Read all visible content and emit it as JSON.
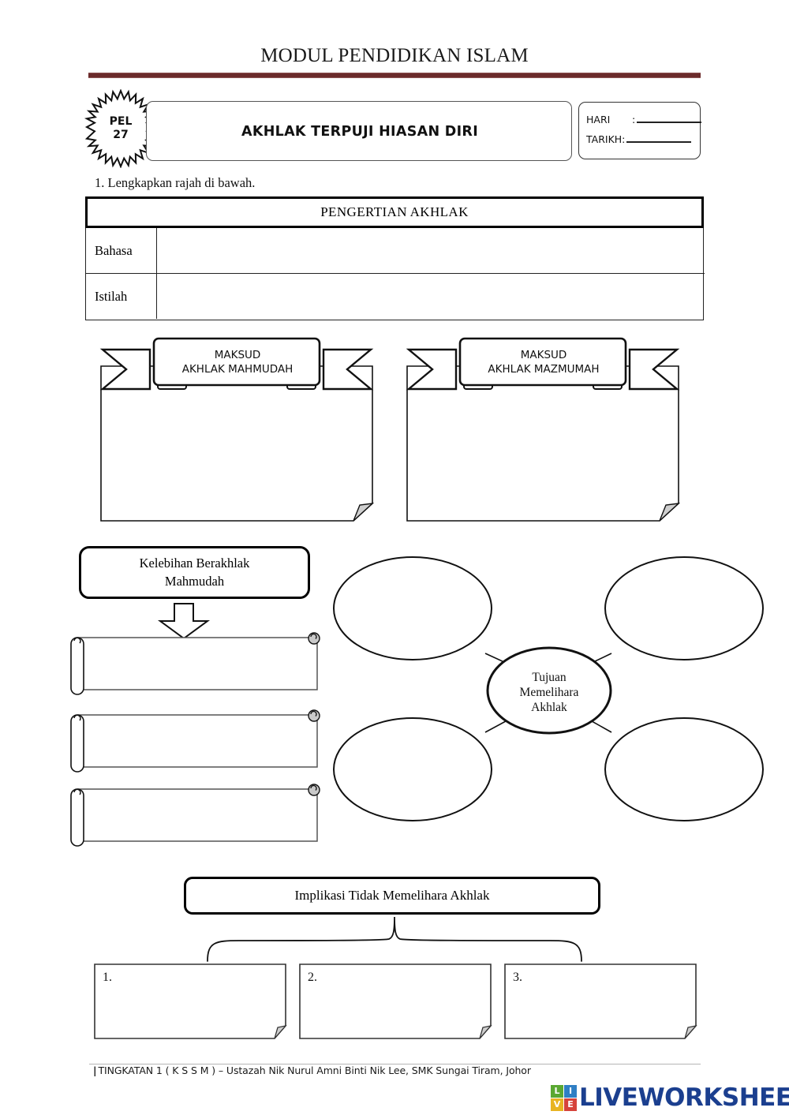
{
  "header": {
    "doc_title": "MODUL PENDIDIKAN ISLAM",
    "rule_color": "#6b2b2b",
    "badge": {
      "line1": "PEL",
      "line2": "27",
      "icon": "starburst-badge"
    },
    "lesson_title": "AKHLAK TERPUJI HIASAN DIRI",
    "date_box": {
      "hari_label": "HARI",
      "hari_colon": ":",
      "tarikh_label": "TARIKH:"
    }
  },
  "instruction": "1. Lengkapkan rajah di bawah.",
  "pengertian_table": {
    "title": "PENGERTIAN AKHLAK",
    "rows": [
      {
        "key": "Bahasa",
        "value": ""
      },
      {
        "key": "Istilah",
        "value": ""
      }
    ]
  },
  "ribbons": [
    {
      "line1": "MAKSUD",
      "line2": "AKHLAK MAHMUDAH",
      "answer": ""
    },
    {
      "line1": "MAKSUD",
      "line2": "AKHLAK MAZMUMAH",
      "answer": ""
    }
  ],
  "kelebihan": {
    "title_line1": "Kelebihan Berakhlak",
    "title_line2": "Mahmudah",
    "arrow_icon": "down-arrow-icon",
    "scrolls": [
      {
        "value": ""
      },
      {
        "value": ""
      },
      {
        "value": ""
      }
    ]
  },
  "tujuan_map": {
    "center_line1": "Tujuan",
    "center_line2": "Memelihara",
    "center_line3": "Akhlak",
    "branches": [
      {
        "position": "top-left",
        "value": ""
      },
      {
        "position": "top-right",
        "value": ""
      },
      {
        "position": "bottom-left",
        "value": ""
      },
      {
        "position": "bottom-right",
        "value": ""
      }
    ]
  },
  "implikasi": {
    "title": "Implikasi Tidak Memelihara Akhlak",
    "brace_icon": "curly-brace-connector",
    "notes": [
      {
        "num": "1.",
        "value": ""
      },
      {
        "num": "2.",
        "value": ""
      },
      {
        "num": "3.",
        "value": ""
      }
    ]
  },
  "footer": {
    "bar": "|",
    "text": "TINGKATAN 1 ( K S S M ) – Ustazah Nik Nurul Amni Binti Nik Lee, SMK Sungai Tiram, Johor",
    "logo": {
      "word": "LIVEWORKSHEETS",
      "word_color": "#1b3f8f",
      "cells": [
        {
          "letter": "L",
          "color": "#5aa832"
        },
        {
          "letter": "I",
          "color": "#2f7fc4"
        },
        {
          "letter": "V",
          "color": "#e8b422"
        },
        {
          "letter": "E",
          "color": "#d6433b"
        }
      ]
    }
  }
}
